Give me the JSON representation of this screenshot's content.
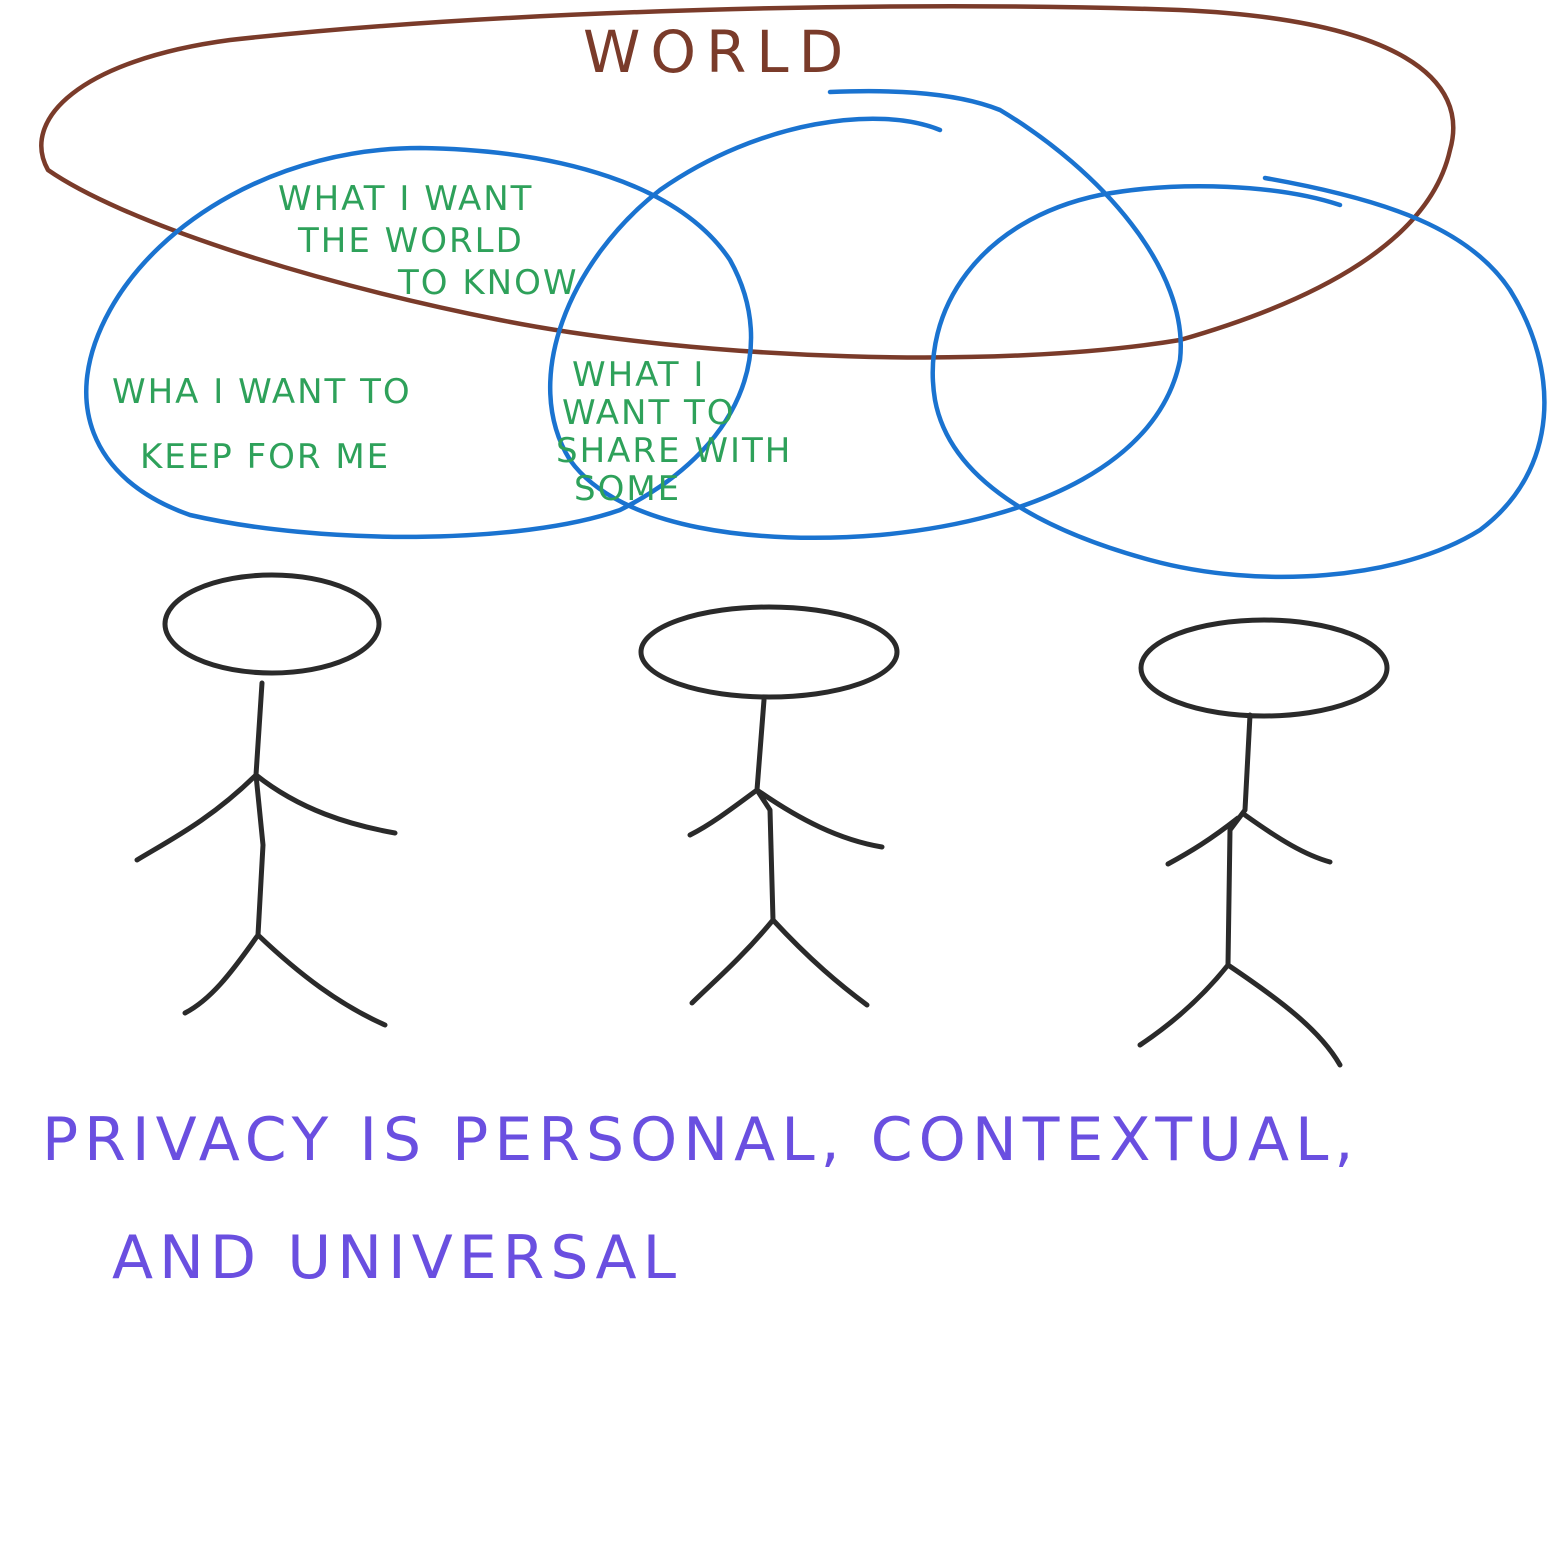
{
  "colors": {
    "world": "#7a3b2a",
    "circles": "#1a73d0",
    "green_text": "#2ea15a",
    "people": "#2a2a2a",
    "caption": "#6a4fe0"
  },
  "world": {
    "label": "WORLD"
  },
  "circles": {
    "left": {
      "top_text": [
        "WHAT I WANT",
        "THE WORLD",
        "TO KNOW"
      ],
      "left_text": [
        "WHA I WANT TO",
        "KEEP FOR ME"
      ]
    },
    "overlap": {
      "text": [
        "WHAT I",
        "WANT TO",
        "SHARE WITH",
        "SOME"
      ]
    }
  },
  "caption": {
    "line1": "PRIVACY IS PERSONAL, CONTEXTUAL,",
    "line2": "AND UNIVERSAL"
  }
}
